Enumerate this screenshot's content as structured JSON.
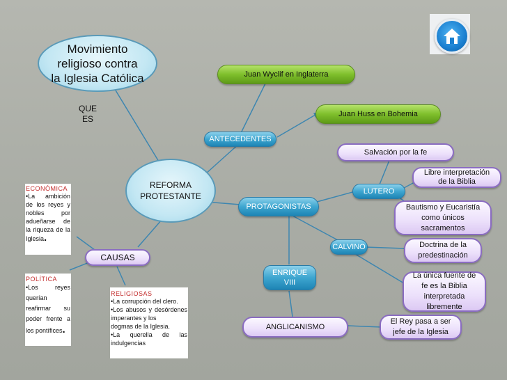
{
  "title_node": {
    "line1": "Movimiento",
    "line2": "religioso contra",
    "line3": "la Iglesia Católica"
  },
  "que_es": {
    "line1": "QUE",
    "line2": "ES"
  },
  "center": {
    "line1": "REFORMA",
    "line2": "PROTESTANTE"
  },
  "antecedentes": {
    "label": "ANTECEDENTES",
    "items": [
      "Juan Wyclif en Inglaterra",
      "Juan Huss en Bohemia"
    ]
  },
  "protagonistas": {
    "label": "PROTAGONISTAS"
  },
  "lutero": {
    "label": "LUTERO",
    "items": [
      {
        "lines": [
          "Salvación por la fe"
        ]
      },
      {
        "lines": [
          "Libre interpretación",
          "de la Biblia"
        ]
      },
      {
        "lines": [
          "Bautismo y Eucaristía",
          "como únicos",
          "sacramentos"
        ]
      }
    ]
  },
  "calvino": {
    "label": "CALVINO",
    "items": [
      {
        "lines": [
          "Doctrina de la",
          "predestinación"
        ]
      },
      {
        "lines": [
          "La única fuente de",
          "fe es la Biblia",
          "interpretada",
          "libremente"
        ]
      }
    ]
  },
  "enrique": {
    "line1": "ENRIQUE",
    "line2": "VIII"
  },
  "anglicanismo": {
    "label": "ANGLICANISMO",
    "item": {
      "line1": "El Rey pasa a ser",
      "line2": "jefe de la Iglesia"
    }
  },
  "causas": {
    "label": "CAUSAS",
    "economica": {
      "title": "ECONÓMICA",
      "text": "•La ambición de los reyes y nobles por adueñarse de la riqueza de la Iglesia",
      "end": "."
    },
    "politica": {
      "title": "POLÍTICA",
      "text": "•Los reyes querían reafirmar su poder frente a los pontífices",
      "end": "."
    },
    "religiosas": {
      "title": "RELIGIOSAS",
      "lines": [
        "•La corrupción del clero.",
        "•Los abusos y desórdenes imperantes y los",
        " dogmas de la Iglesia.",
        "•La querella de las indulgencias"
      ]
    }
  },
  "home_icon": "home-icon",
  "colors": {
    "green": "#7fbf2c",
    "blue": "#3ea6d0",
    "lilac": "#ece0fb",
    "line": "#3d86b0",
    "red": "#c22b2b"
  }
}
